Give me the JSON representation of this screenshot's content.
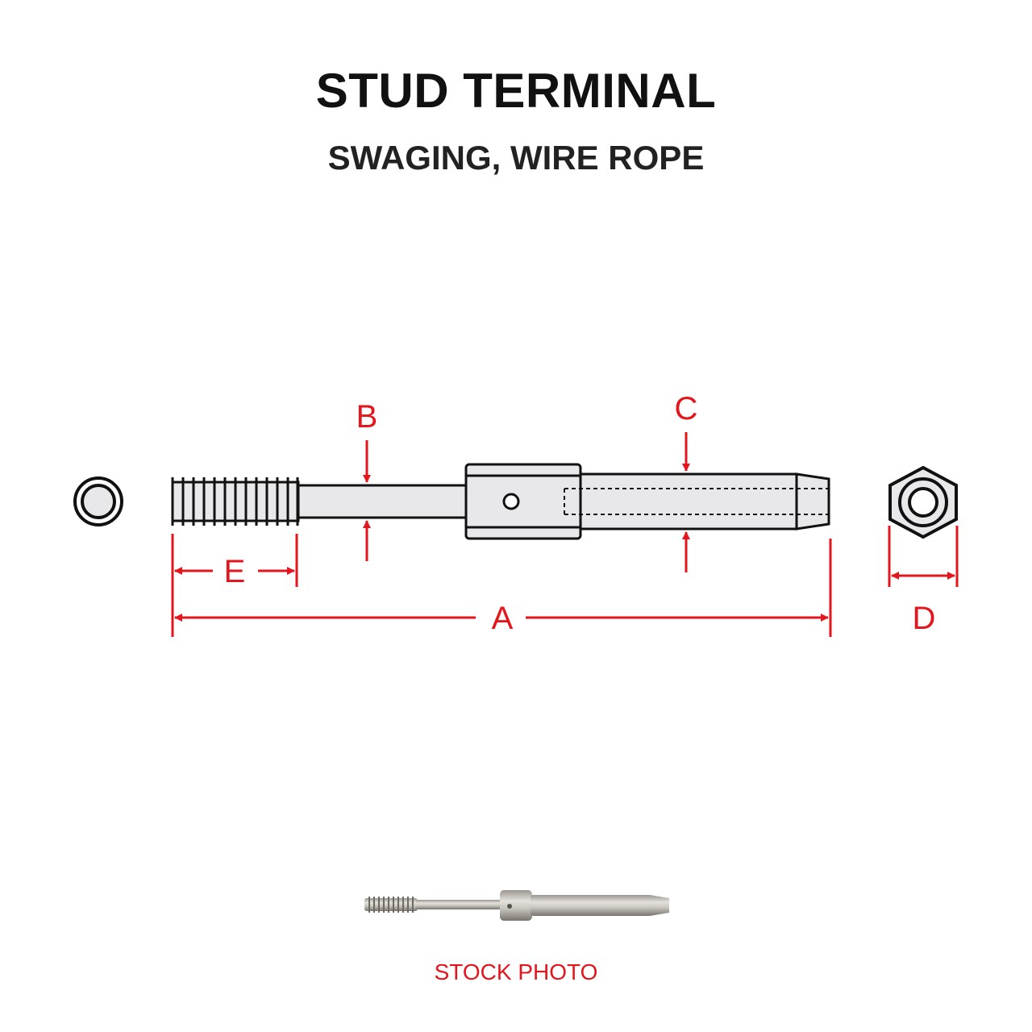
{
  "title": "STUD TERMINAL",
  "subtitle": "SWAGING, WIRE ROPE",
  "dimensions": {
    "A": "A",
    "B": "B",
    "C": "C",
    "D": "D",
    "E": "E"
  },
  "caption": "STOCK PHOTO",
  "colors": {
    "dimension": "#e3161e",
    "outline": "#111111",
    "part_fill": "#e8e8ea"
  }
}
